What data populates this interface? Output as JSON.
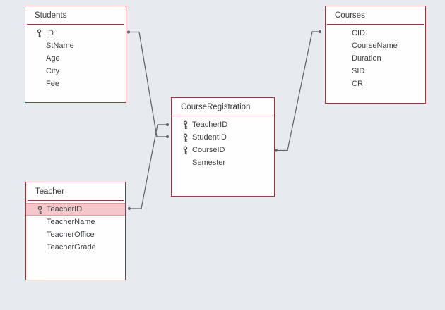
{
  "colors": {
    "canvas_bg": "#e7eaee",
    "table_bg": "#fefefe",
    "table_border": "#953b3e",
    "text": "#3b3d40",
    "relationship_line": "#5c6168",
    "selected_row_bg": "#f5c6ca",
    "selected_row_border": "#e09aa0"
  },
  "tables": [
    {
      "title": "Students",
      "fields": [
        {
          "name": "ID",
          "key": true
        },
        {
          "name": "StName",
          "key": false
        },
        {
          "name": "Age",
          "key": false
        },
        {
          "name": "City",
          "key": false
        },
        {
          "name": "Fee",
          "key": false
        }
      ]
    },
    {
      "title": "Courses",
      "fields": [
        {
          "name": "CID",
          "key": false
        },
        {
          "name": "CourseName",
          "key": false
        },
        {
          "name": "Duration",
          "key": false
        },
        {
          "name": "SID",
          "key": false
        },
        {
          "name": "CR",
          "key": false
        }
      ]
    },
    {
      "title": "CourseRegistration",
      "fields": [
        {
          "name": "TeacherID",
          "key": true
        },
        {
          "name": "StudentID",
          "key": true
        },
        {
          "name": "CourseID",
          "key": true
        },
        {
          "name": "Semester",
          "key": false
        }
      ]
    },
    {
      "title": "Teacher",
      "fields": [
        {
          "name": "TeacherID",
          "key": true,
          "selected": true
        },
        {
          "name": "TeacherName",
          "key": false
        },
        {
          "name": "TeacherOffice",
          "key": false
        },
        {
          "name": "TeacherGrade",
          "key": false
        }
      ]
    }
  ],
  "relationships": [
    {
      "from": "Students.ID",
      "to": "CourseRegistration.StudentID"
    },
    {
      "from": "Teacher.TeacherID",
      "to": "CourseRegistration.TeacherID"
    },
    {
      "from": "CourseRegistration.CourseID",
      "to": "Courses.CID"
    }
  ]
}
